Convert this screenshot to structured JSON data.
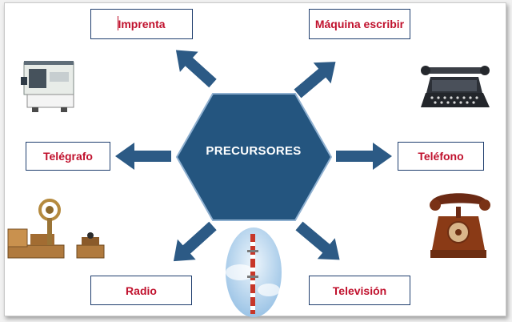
{
  "center": {
    "label": "PRECURSORES",
    "fill": "#24557f",
    "border": "#7f9fc0"
  },
  "colors": {
    "arrow": "#2c5a85",
    "label_text": "#c0112d",
    "box_border": "#1f3e6e"
  },
  "items": [
    {
      "label": "Imprenta"
    },
    {
      "label": "Máquina escribir"
    },
    {
      "label": "Telégrafo"
    },
    {
      "label": "Teléfono"
    },
    {
      "label": "Radio"
    },
    {
      "label": "Televisión"
    }
  ],
  "images": [
    {
      "name": "printing-press-image"
    },
    {
      "name": "typewriter-image"
    },
    {
      "name": "telegraph-image"
    },
    {
      "name": "telephone-image"
    },
    {
      "name": "radio-tower-image"
    }
  ]
}
